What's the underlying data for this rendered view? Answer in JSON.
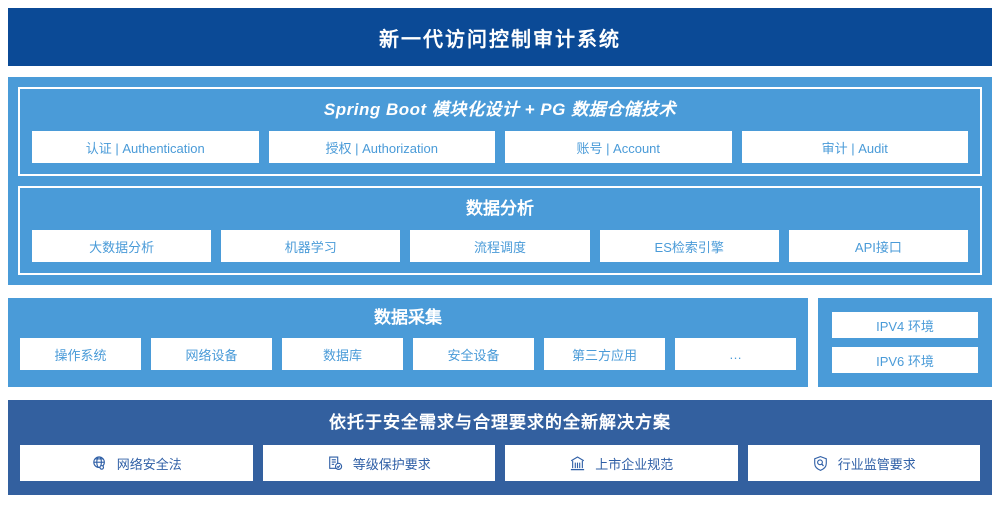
{
  "header": {
    "title": "新一代访问控制审计系统",
    "bg_color": "#0B4A96"
  },
  "colors": {
    "navy": "#0B4A96",
    "blue": "#4A9BD8",
    "solution_blue": "#33609F",
    "chip_text": "#4A9BD8",
    "solution_chip_text": "#2F5FA6",
    "white": "#FFFFFF"
  },
  "application_layer": {
    "title": "Spring Boot 模块化设计 + PG 数据仓储技术",
    "chips": [
      {
        "label": "认证 | Authentication"
      },
      {
        "label": "授权 | Authorization"
      },
      {
        "label": "账号 | Account"
      },
      {
        "label": "审计 | Audit"
      }
    ]
  },
  "analysis_layer": {
    "title": "数据分析",
    "chips": [
      {
        "label": "大数据分析"
      },
      {
        "label": "机器学习"
      },
      {
        "label": "流程调度"
      },
      {
        "label": "ES检索引擎"
      },
      {
        "label": "API接口"
      }
    ]
  },
  "collection_layer": {
    "title": "数据采集",
    "chips": [
      {
        "label": "操作系统"
      },
      {
        "label": "网络设备"
      },
      {
        "label": "数据库"
      },
      {
        "label": "安全设备"
      },
      {
        "label": "第三方应用"
      },
      {
        "label": "…"
      }
    ]
  },
  "environment_panel": {
    "chips": [
      {
        "label": "IPV4 环境"
      },
      {
        "label": "IPV6 环境"
      }
    ]
  },
  "solution_layer": {
    "title": "依托于安全需求与合理要求的全新解决方案",
    "chips": [
      {
        "label": "网络安全法",
        "icon": "globe-network-icon"
      },
      {
        "label": "等级保护要求",
        "icon": "document-check-icon"
      },
      {
        "label": "上市企业规范",
        "icon": "bank-building-icon"
      },
      {
        "label": "行业监管要求",
        "icon": "shield-search-icon"
      }
    ]
  }
}
